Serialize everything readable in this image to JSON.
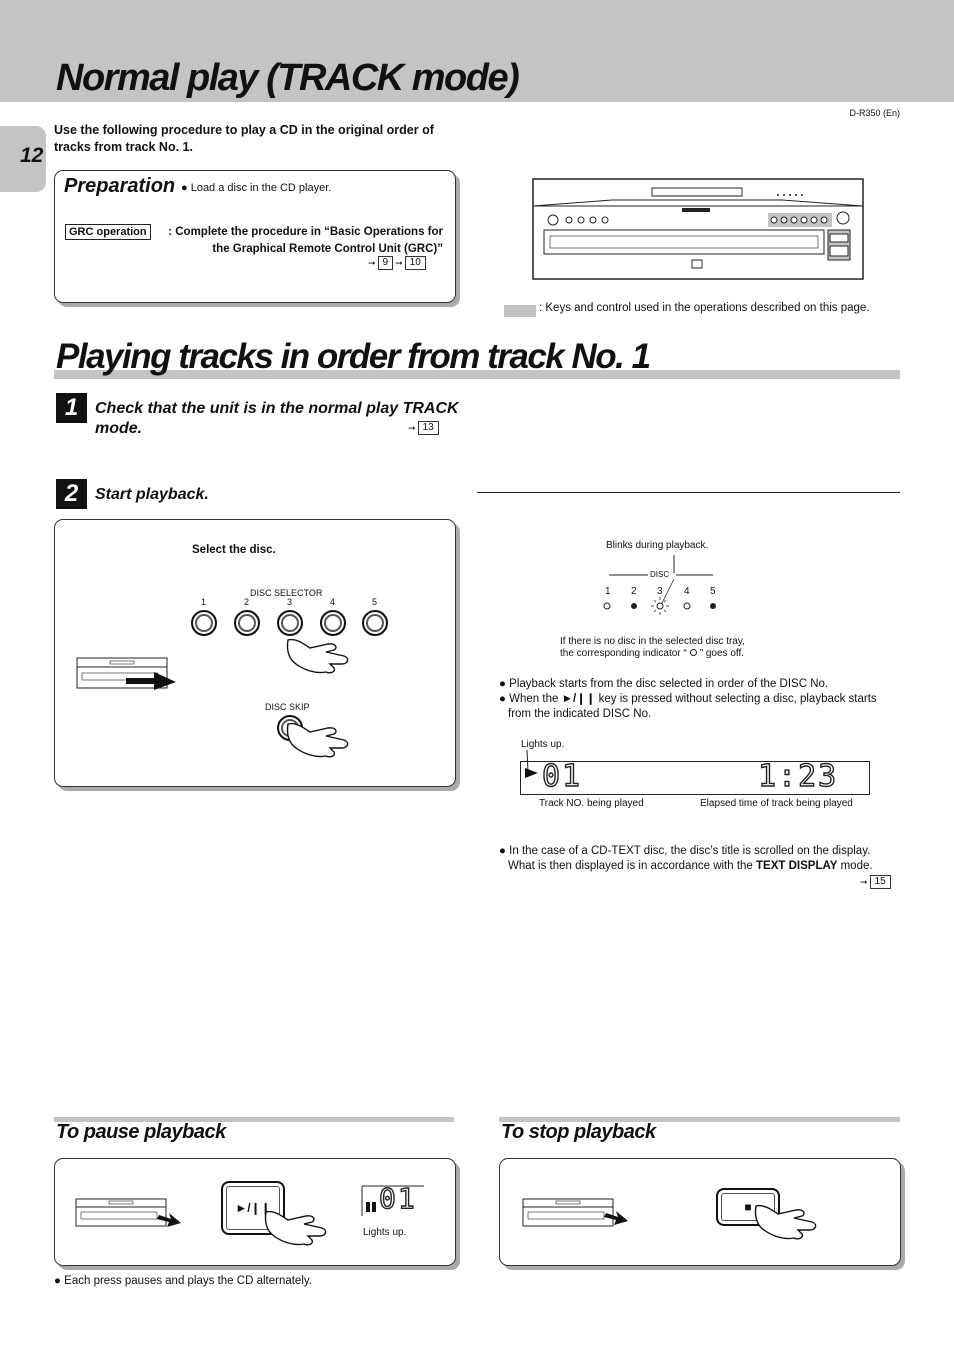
{
  "header": {
    "title": "Normal play  (TRACK mode)",
    "page_number": "12",
    "model": "D-R350 (En)"
  },
  "intro": "Use the following procedure to play a CD in the original order of tracks from track No. 1.",
  "preparation": {
    "title": "Preparation",
    "step": "Load a disc in the CD player.",
    "grc_label": "GRC operation",
    "grc_text": ": Complete the procedure in “Basic Operations for the Graphical Remote Control Unit (GRC)”",
    "refs": [
      "9",
      "10"
    ]
  },
  "legend": ": Keys and control used in the operations described on this page.",
  "section": {
    "title": "Playing tracks in order from track No. 1"
  },
  "step1": {
    "number": "1",
    "text": "Check that the unit is in the normal play TRACK mode.",
    "ref": "13"
  },
  "step2": {
    "number": "2",
    "text": "Start playback.",
    "select_disc": "Select the disc.",
    "disc_selector_label": "DISC SELECTOR",
    "disc_numbers": [
      "1",
      "2",
      "3",
      "4",
      "5"
    ],
    "disc_skip_label": "DISC SKIP"
  },
  "indicator": {
    "blinks": "Blinks during playback.",
    "disc_label": "DISC",
    "numbers": [
      "1",
      "2",
      "3",
      "4",
      "5"
    ],
    "no_disc_note_1": "If there is no disc in the selected disc tray,",
    "no_disc_note_2a": "the corresponding indicator “",
    "no_disc_note_2b": "” goes off."
  },
  "notes": {
    "n1": "Playback starts from the disc selected in order of the DISC No.",
    "n2a": "When the ",
    "n2_key": "►/❙❙",
    "n2b": " key is pressed without selecting a disc, playback starts",
    "n2c": "from the indicated DISC No."
  },
  "display": {
    "lights_up": "Lights up.",
    "track": "01",
    "time": "1:23",
    "track_caption": "Track NO. being played",
    "time_caption": "Elapsed time of track being played"
  },
  "cdtext": {
    "line1": "In the case of a CD-TEXT disc, the disc’s title is scrolled on the display.",
    "line2a": "What is then displayed is in accordance with the ",
    "line2_key": "TEXT DISPLAY",
    "line2b": " mode.",
    "ref": "15"
  },
  "pause": {
    "title": "To pause playback",
    "key_label": "►/❙❙",
    "display": "01",
    "lights_up": "Lights up.",
    "note": "Each press pauses and plays the CD alternately."
  },
  "stop": {
    "title": "To stop playback",
    "key_label": "■"
  }
}
